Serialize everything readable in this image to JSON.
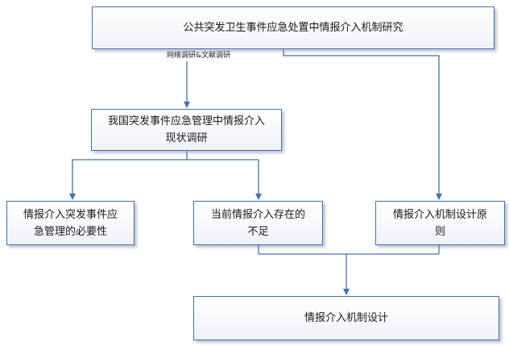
{
  "nodes": {
    "root": "公共突发卫生事件应急处置中情报介入机制研究",
    "survey_line1": "我国突发事件应急管理中情报介入",
    "survey_line2": "现状调研",
    "necessity_line1": "情报介入突发事件应",
    "necessity_line2": "急管理的必要性",
    "insufficiency_line1": "当前情报介入存在的",
    "insufficiency_line2": "不足",
    "principles_line1": "情报介入机制设计原",
    "principles_line2": "则",
    "design": "情报介入机制设计"
  },
  "edge_labels": {
    "method": "网络调研&文献调研"
  },
  "colors": {
    "connector": "#4a6fa8",
    "node_border": "#4a6fa8"
  }
}
